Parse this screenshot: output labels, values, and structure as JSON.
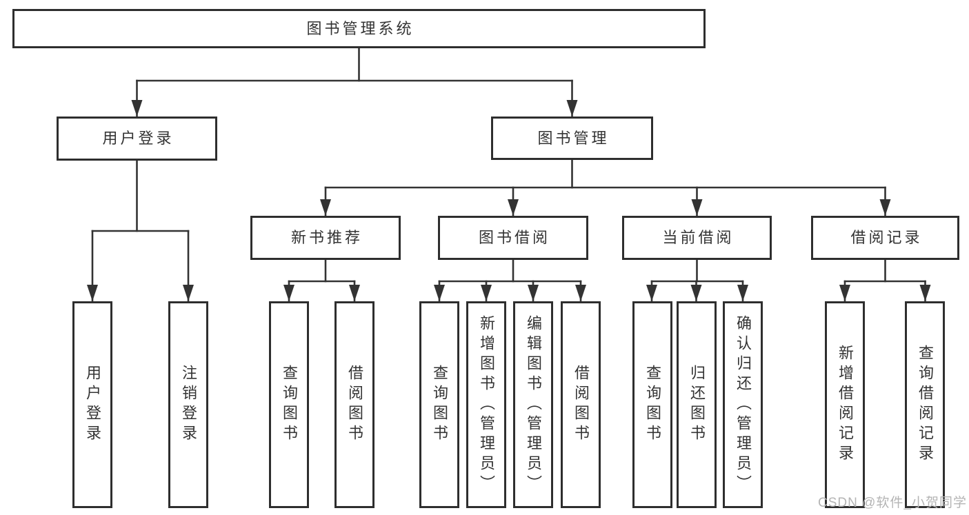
{
  "diagram": {
    "root": "图书管理系统",
    "branches": [
      {
        "label": "用户登录",
        "leaves": [
          "用户登录",
          "注销登录"
        ]
      },
      {
        "label": "图书管理",
        "groups": [
          {
            "label": "新书推荐",
            "leaves": [
              "查询图书",
              "借阅图书"
            ]
          },
          {
            "label": "图书借阅",
            "leaves": [
              "查询图书",
              "新增图书（管理员）",
              "编辑图书（管理员）",
              "借阅图书"
            ]
          },
          {
            "label": "当前借阅",
            "leaves": [
              "查询图书",
              "归还图书",
              "确认归还（管理员）"
            ]
          },
          {
            "label": "借阅记录",
            "leaves": [
              "新增借阅记录",
              "查询借阅记录"
            ]
          }
        ]
      }
    ]
  },
  "watermark": "CSDN @软件_小贺同学",
  "colors": {
    "line": "#333333",
    "box_border": "#2e2e2e",
    "text": "#333333",
    "watermark": "#b4b4b4",
    "background": "#ffffff"
  }
}
